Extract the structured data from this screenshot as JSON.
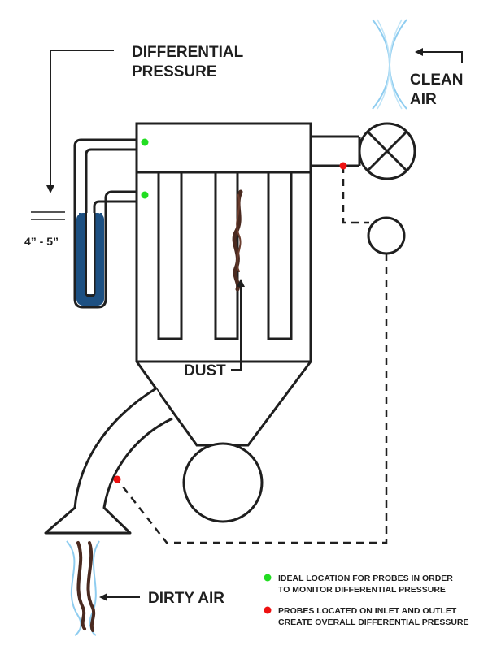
{
  "labels": {
    "differential_line1": "DIFFERENTIAL",
    "differential_line2": "PRESSURE",
    "clean_line1": "CLEAN",
    "clean_line2": "AIR",
    "gauge_range": "4” - 5”",
    "dust": "DUST",
    "dirty_air": "DIRTY AIR"
  },
  "legend": [
    {
      "line1": "IDEAL LOCATION FOR PROBES IN ORDER",
      "line2": "TO MONITOR DIFFERENTIAL PRESSURE",
      "color": "#22dd22"
    },
    {
      "line1": "PROBES LOCATED ON INLET AND OUTLET",
      "line2": "CREATE OVERALL DIFFERENTIAL PRESSURE",
      "color": "#ee1111"
    }
  ],
  "colors": {
    "stroke": "#1f1f1f",
    "manometer_fluid": "#1d5082",
    "air_stream": "#8fcdf0",
    "dust": "#4a2a20",
    "probe_ideal": "#22dd22",
    "probe_overall": "#ee1111"
  }
}
